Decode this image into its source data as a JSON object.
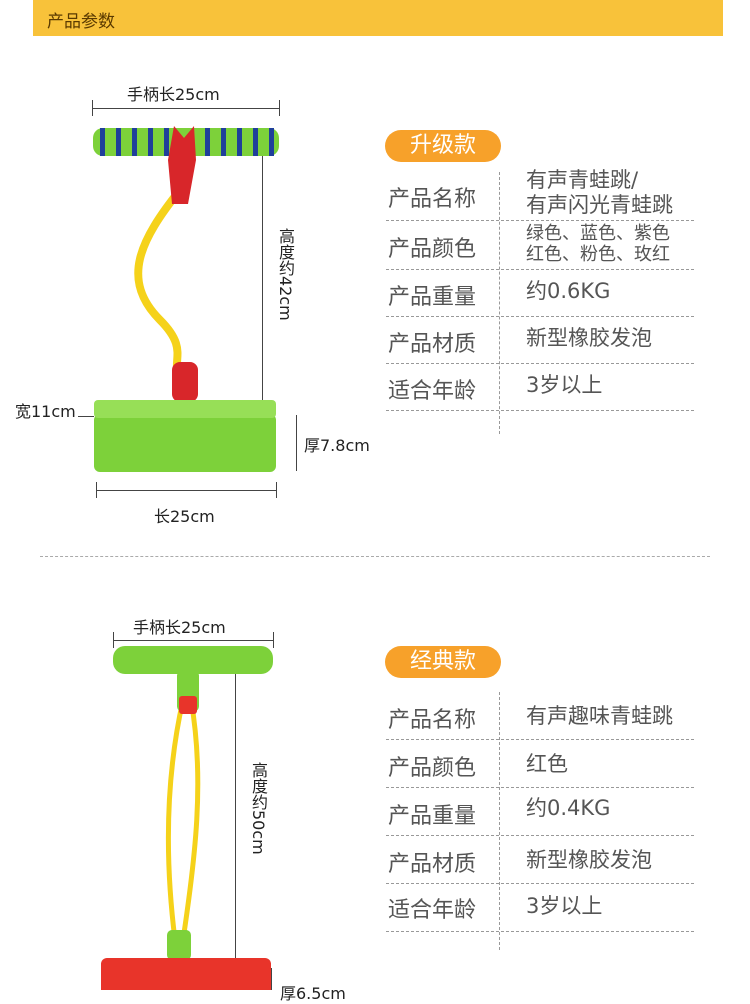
{
  "header": {
    "title": "产品参数"
  },
  "product1": {
    "dims": {
      "handle": "手柄长25cm",
      "height": "高度约42cm",
      "width": "宽11cm",
      "thickness": "厚7.8cm",
      "length": "长25cm"
    },
    "badge": "升级款",
    "specs": [
      {
        "label": "产品名称",
        "value": "有声青蛙跳/",
        "value2": "有声闪光青蛙跳"
      },
      {
        "label": "产品颜色",
        "value": "绿色、蓝色、紫色",
        "value2": "红色、粉色、玫红"
      },
      {
        "label": "产品重量",
        "value": "约0.6KG"
      },
      {
        "label": "产品材质",
        "value": "新型橡胶发泡"
      },
      {
        "label": "适合年龄",
        "value": "3岁以上"
      }
    ]
  },
  "product2": {
    "dims": {
      "handle": "手柄长25cm",
      "height": "高度约50cm",
      "thickness": "厚6.5cm"
    },
    "badge": "经典款",
    "specs": [
      {
        "label": "产品名称",
        "value": "有声趣味青蛙跳"
      },
      {
        "label": "产品颜色",
        "value": "红色"
      },
      {
        "label": "产品重量",
        "value": "约0.4KG"
      },
      {
        "label": "产品材质",
        "value": "新型橡胶发泡"
      },
      {
        "label": "适合年龄",
        "value": "3岁以上"
      }
    ]
  },
  "colors": {
    "header": "#f8c23a",
    "badge": "#f7a12a",
    "foam_green": "#7dd13a",
    "foam_red": "#e8342a",
    "stick_yellow": "#f5d21a"
  }
}
